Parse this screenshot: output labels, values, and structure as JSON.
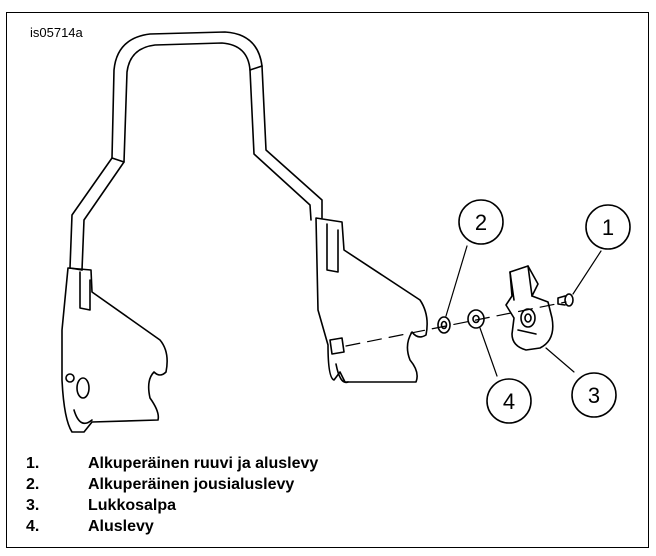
{
  "figure": {
    "art_id": "is05714a",
    "callouts": [
      "1",
      "2",
      "3",
      "4"
    ]
  },
  "legend": [
    {
      "num": "1.",
      "text": "Alkuperäinen ruuvi ja aluslevy"
    },
    {
      "num": "2.",
      "text": "Alkuperäinen jousialuslevy"
    },
    {
      "num": "3.",
      "text": "Lukkosalpa"
    },
    {
      "num": "4.",
      "text": "Aluslevy"
    }
  ],
  "colors": {
    "line": "#000000",
    "background": "#ffffff"
  }
}
